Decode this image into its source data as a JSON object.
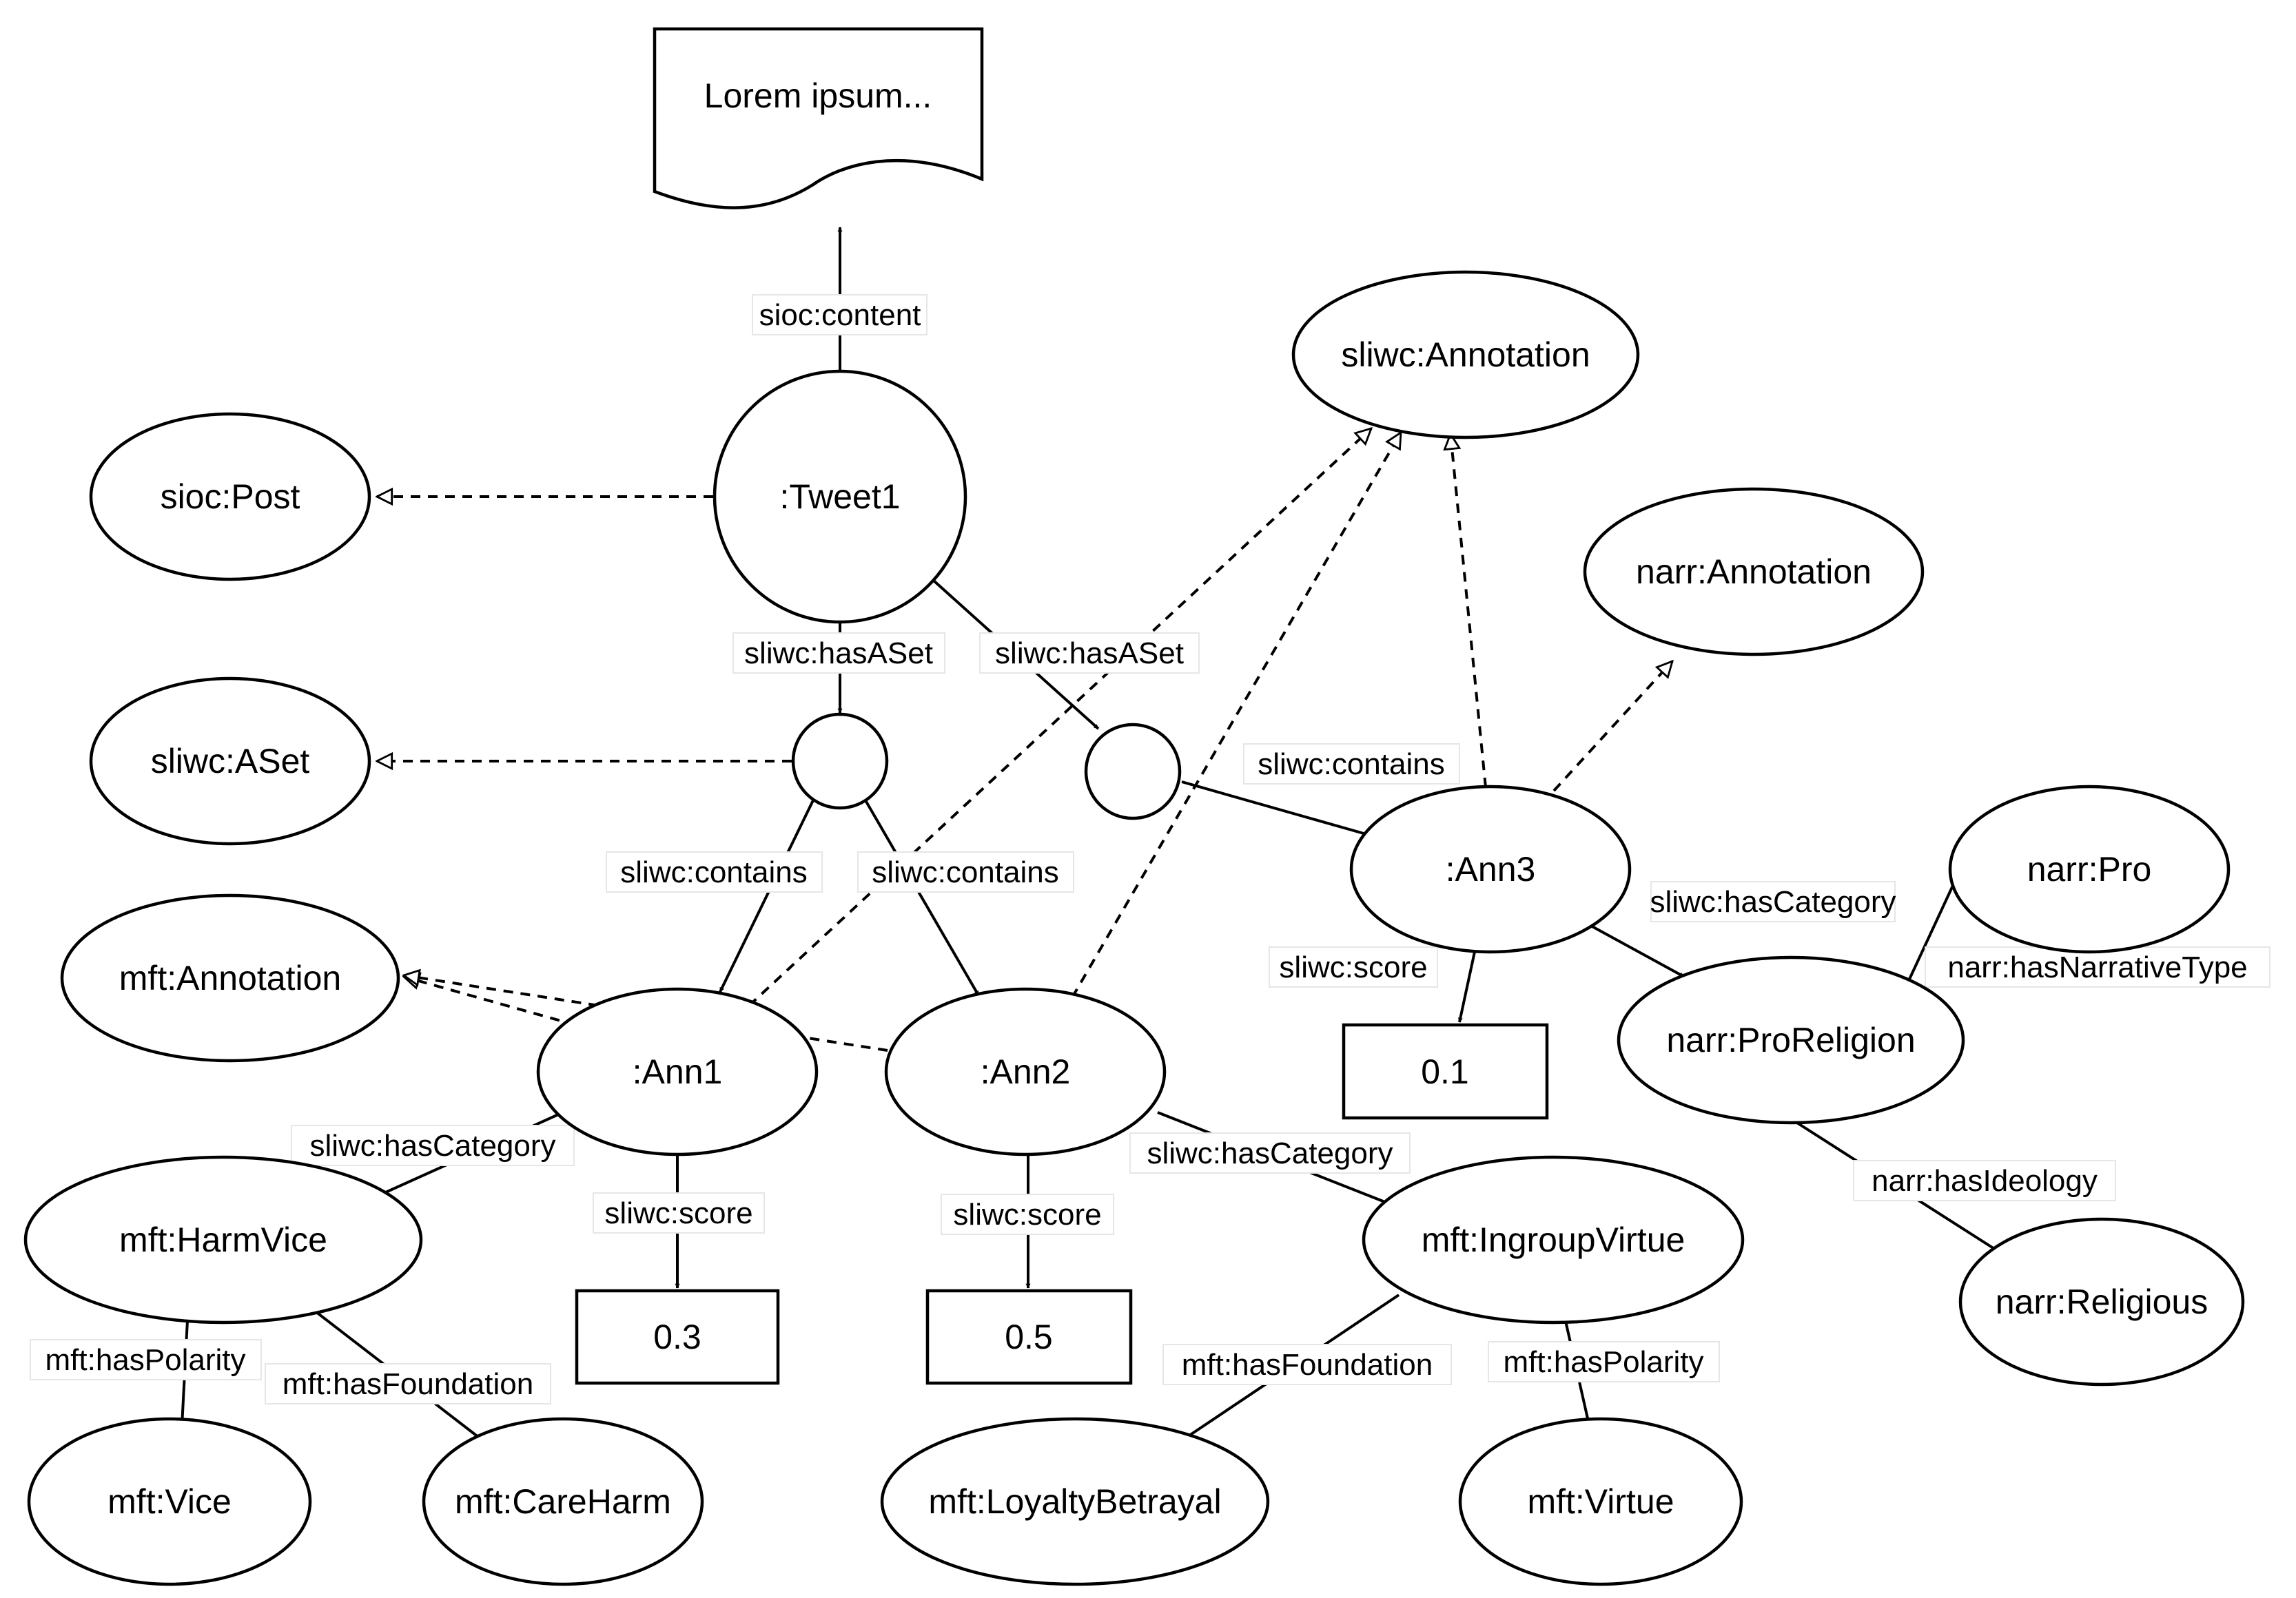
{
  "nodes": {
    "doc": "Lorem ipsum...",
    "tweet": ":Tweet1",
    "sioc_post": "sioc:Post",
    "sliwc_annotation": "sliwc:Annotation",
    "narr_annotation": "narr:Annotation",
    "sliwc_aset": "sliwc:ASet",
    "ann3": ":Ann3",
    "narr_pro": "narr:Pro",
    "mft_annotation": "mft:Annotation",
    "ann1": ":Ann1",
    "ann2": ":Ann2",
    "narr_proreligion": "narr:ProReligion",
    "score3": "0.1",
    "mft_harmvice": "mft:HarmVice",
    "score1": "0.3",
    "score2": "0.5",
    "mft_ingroupvirtue": "mft:IngroupVirtue",
    "narr_religious": "narr:Religious",
    "mft_vice": "mft:Vice",
    "mft_careharm": "mft:CareHarm",
    "mft_loyaltybetrayal": "mft:LoyaltyBetrayal",
    "mft_virtue": "mft:Virtue"
  },
  "edge_labels": {
    "sioc_content": "sioc:content",
    "hasaset_1": "sliwc:hasASet",
    "hasaset_2": "sliwc:hasASet",
    "contains_ann3": "sliwc:contains",
    "contains_ann1": "sliwc:contains",
    "contains_ann2": "sliwc:contains",
    "hascategory_proreligion": "sliwc:hasCategory",
    "hasnarrativetype": "narr:hasNarrativeType",
    "score_ann3": "sliwc:score",
    "hasideology": "narr:hasIdeology",
    "hascategory_harmvice": "sliwc:hasCategory",
    "hascategory_ingroup": "sliwc:hasCategory",
    "score_ann1": "sliwc:score",
    "score_ann2": "sliwc:score",
    "haspolarity_vice": "mft:hasPolarity",
    "hasfoundation_careharm": "mft:hasFoundation",
    "hasfoundation_loyalty": "mft:hasFoundation",
    "haspolarity_virtue": "mft:hasPolarity"
  }
}
